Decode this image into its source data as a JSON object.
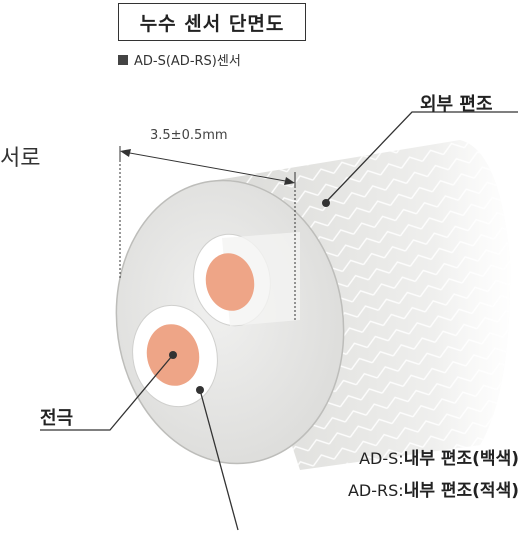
{
  "title": "누수 센서 단면도",
  "subtitle": "AD-S(AD-RS)센서",
  "side_label": "서로",
  "dimension": "3.5±0.5mm",
  "labels": {
    "outer_braid": "외부 편조",
    "electrode": "전극",
    "inner_s_prefix": "AD-S:",
    "inner_s_text": "내부 편조(백색)",
    "inner_rs_prefix": "AD-RS:",
    "inner_rs_text": "내부 편조(적색)"
  },
  "colors": {
    "electrode": "#eea587",
    "insulation": "#ffffff",
    "jacket": "#e7e7e5",
    "line": "#333333"
  }
}
